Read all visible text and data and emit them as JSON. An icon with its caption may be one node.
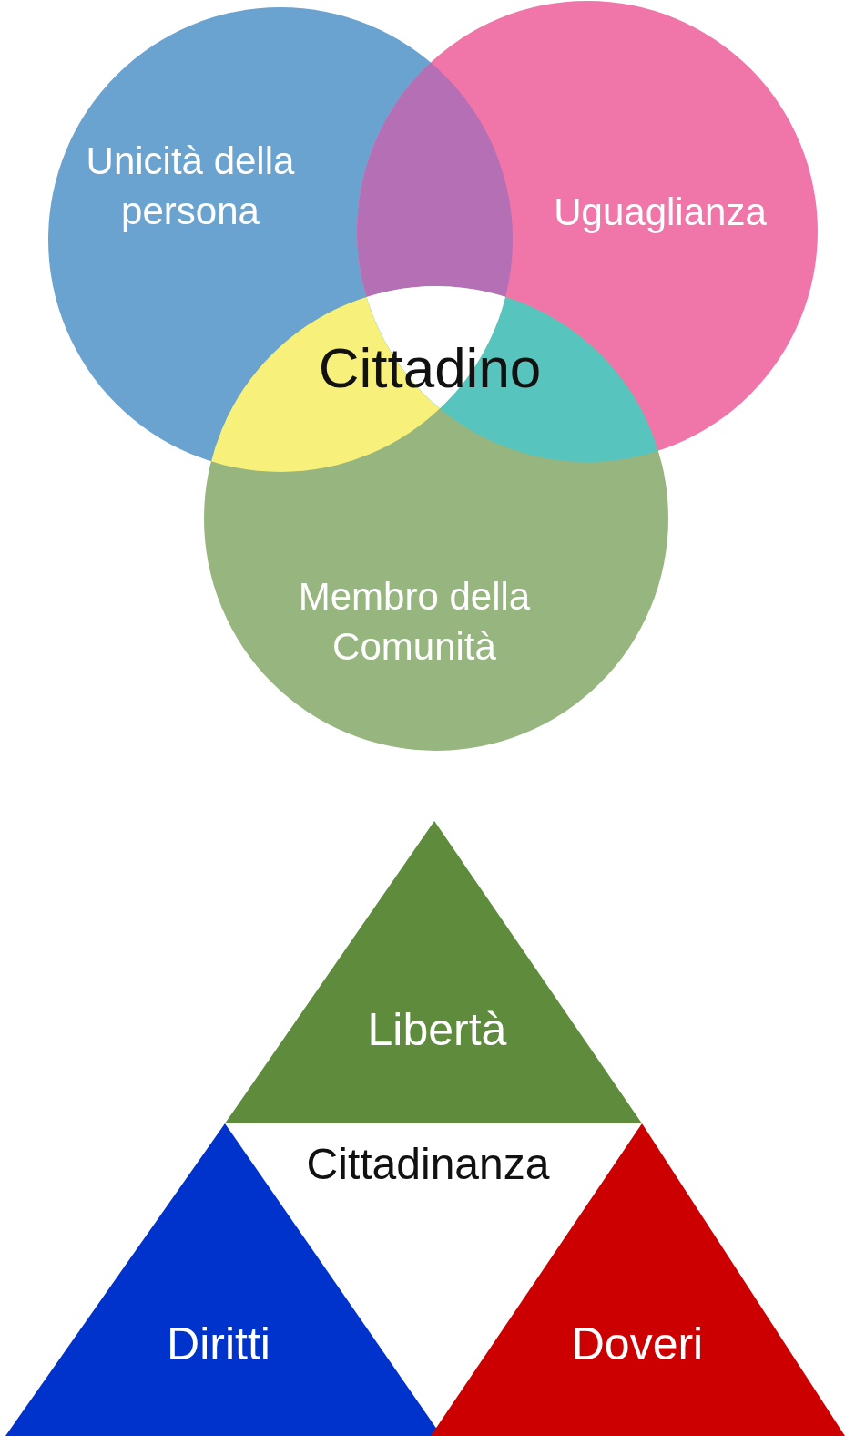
{
  "diagram": {
    "nodes": [
      {
        "text": [
          "Unicità della persona"
        ]
      },
      {
        "text": [
          "Uguaglianza"
        ]
      },
      {
        "text": [
          "Membro della Comunità"
        ]
      },
      {
        "text": [
          "Libertà"
        ]
      },
      {
        "text": [
          "Diritti"
        ]
      },
      {
        "text": [
          "Doveri"
        ]
      }
    ],
    "labels": [
      "Cittadino",
      "Cittadinanza"
    ]
  }
}
